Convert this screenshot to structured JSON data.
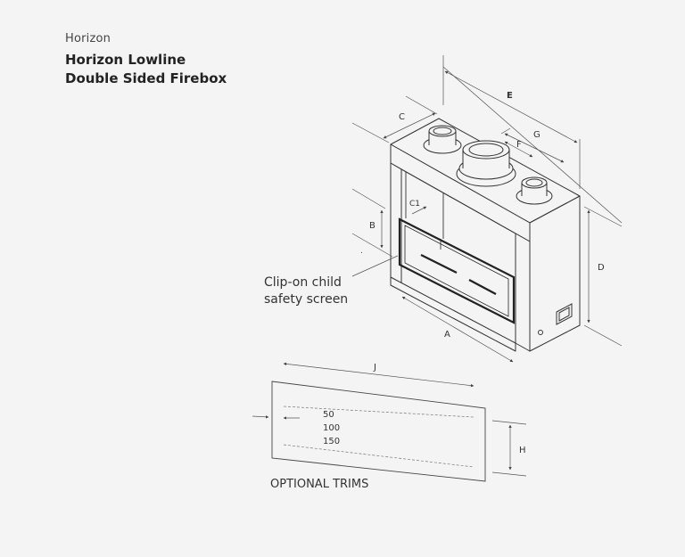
{
  "header": {
    "brand": "Horizon",
    "title_line1": "Horizon Lowline",
    "title_line2": "Double Sided Firebox"
  },
  "dimensions": {
    "A": "A",
    "B": "B",
    "C": "C",
    "C1": "C1",
    "D": "D",
    "E": "E",
    "F": "F",
    "G": "G",
    "H": "H",
    "J": "J"
  },
  "callouts": {
    "screen_line1": "Clip-on child",
    "screen_line2": "safety screen",
    "optional_trims": "OPTIONAL TRIMS"
  },
  "trim_sizes": [
    "50",
    "100",
    "150"
  ],
  "colors": {
    "background": "#f4f4f4",
    "line": "#333333",
    "dim_line": "#555555",
    "title": "#222222"
  }
}
